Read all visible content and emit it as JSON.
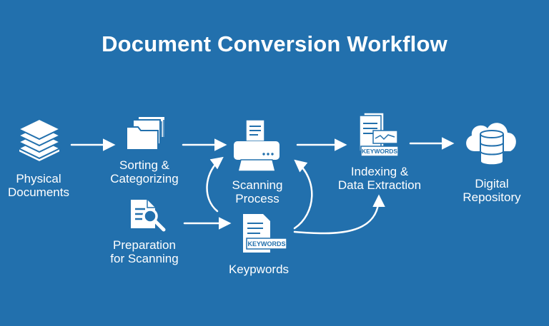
{
  "title": "Document Conversion Workflow",
  "nodes": {
    "physical": {
      "line1": "Physical",
      "line2": "Documents"
    },
    "sorting": {
      "line1": "Sorting &",
      "line2": "Categorizing"
    },
    "preparation": {
      "line1": "Preparation",
      "line2": "for Scanning"
    },
    "scanning": {
      "line1": "Scanning",
      "line2": "Process"
    },
    "keypwords": {
      "line1": "Keypwords"
    },
    "indexing": {
      "line1": "Indexing &",
      "line2": "Data Extraction"
    },
    "repository": {
      "line1": "Digital",
      "line2": "Repository"
    }
  },
  "badges": {
    "indexing_badge": "KEYWORDS",
    "keywords_badge": "KEYWORDS"
  },
  "colors": {
    "background": "#2270ad",
    "foreground": "#ffffff"
  }
}
